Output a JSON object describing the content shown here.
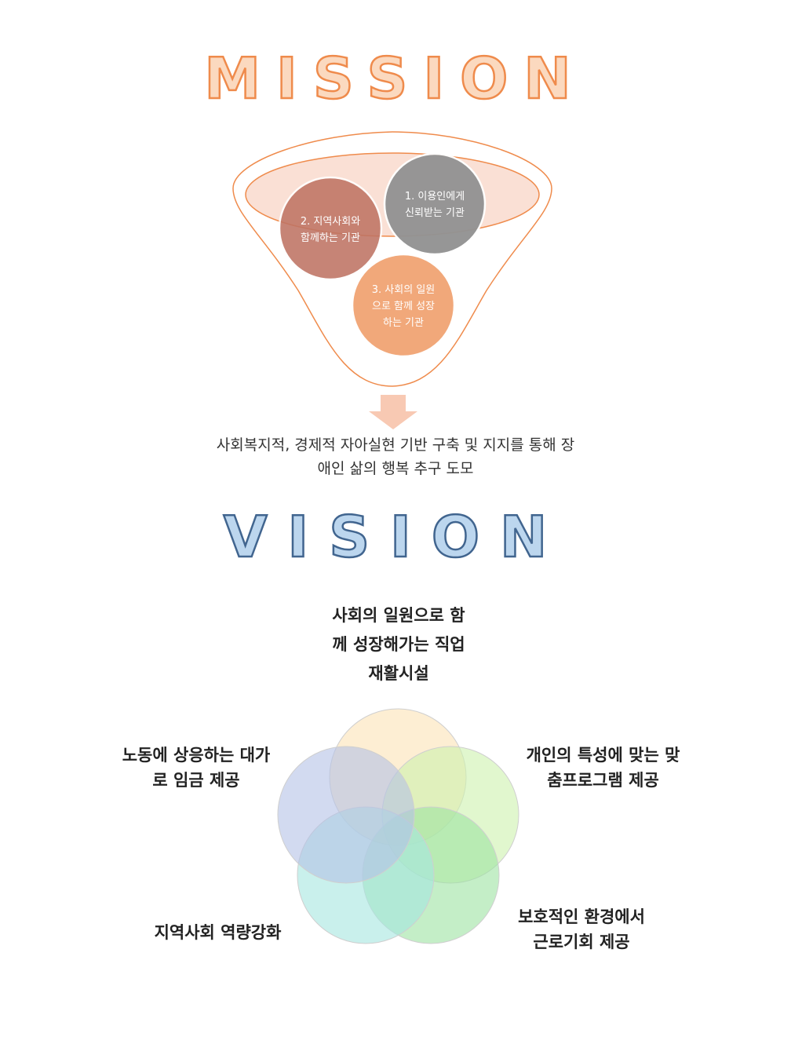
{
  "mission": {
    "title": "MISSION",
    "circles": [
      {
        "line1": "1. 이용인에게",
        "line2": "신뢰받는 기관"
      },
      {
        "line1": "2. 지역사회와",
        "line2": "함께하는 기관"
      },
      {
        "line1": "3. 사회의 일원",
        "line2": "으로 함께 성장",
        "line3": "하는 기관"
      }
    ],
    "summary_line1": "사회복지적, 경제적 자아실현 기반 구축 및 지지를 통해 장",
    "summary_line2": "애인 삶의  행복 추구 도모"
  },
  "vision": {
    "title": "VISION",
    "top": {
      "line1": "사회의 일원으로 함",
      "line2": "께 성장해가는 직업",
      "line3": "재활시설"
    },
    "left": {
      "line1": "노동에 상응하는 대가",
      "line2": "로 임금 제공"
    },
    "right": {
      "line1": "개인의 특성에 맞는 맞",
      "line2": "춤프로그램 제공"
    },
    "bottom_left": {
      "line1": "지역사회 역량강화"
    },
    "bottom_right": {
      "line1": "보호적인 환경에서",
      "line2": "근로기회 제공"
    }
  },
  "colors": {
    "mission_accent": "#ef8b4c",
    "vision_accent": "#41658f",
    "circle_gray": "#939393",
    "circle_brown": "#bf7464",
    "circle_orange": "#f1a87a",
    "arrow": "#f8c9b3"
  }
}
